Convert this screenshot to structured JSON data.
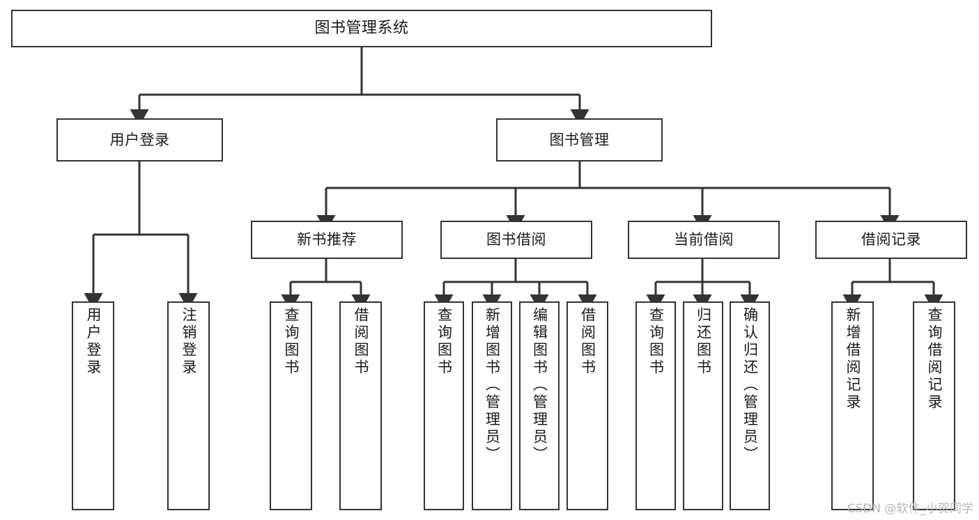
{
  "diagram": {
    "type": "tree-hierarchy",
    "title": "图书管理系统",
    "watermark": "CSDN @软件_小贺同学",
    "colors": {
      "stroke": "#333333",
      "fill": "#ffffff",
      "text": "#1a1a1a",
      "watermark": "#b9b9b9"
    },
    "nodes": {
      "root": {
        "label": "图书管理系统",
        "orientation": "horizontal",
        "level": 0
      },
      "user_login": {
        "label": "用户登录",
        "orientation": "horizontal",
        "level": 1
      },
      "book_manage": {
        "label": "图书管理",
        "orientation": "horizontal",
        "level": 1
      },
      "new_book_rec": {
        "label": "新书推荐",
        "orientation": "horizontal",
        "level": 2
      },
      "book_borrow": {
        "label": "图书借阅",
        "orientation": "horizontal",
        "level": 2
      },
      "current_borrow": {
        "label": "当前借阅",
        "orientation": "horizontal",
        "level": 2
      },
      "borrow_record": {
        "label": "借阅记录",
        "orientation": "horizontal",
        "level": 2
      },
      "leaf_user_login": {
        "label": "用户登录",
        "orientation": "vertical",
        "level": 2
      },
      "leaf_logout": {
        "label": "注销登录",
        "orientation": "vertical",
        "level": 2
      },
      "leaf_query_book_1": {
        "label": "查询图书",
        "orientation": "vertical",
        "level": 3
      },
      "leaf_borrow_book_1": {
        "label": "借阅图书",
        "orientation": "vertical",
        "level": 3
      },
      "leaf_query_book_2": {
        "label": "查询图书",
        "orientation": "vertical",
        "level": 3
      },
      "leaf_add_book": {
        "label": "新增图书（管理员）",
        "orientation": "vertical",
        "level": 3
      },
      "leaf_edit_book": {
        "label": "编辑图书（管理员）",
        "orientation": "vertical",
        "level": 3
      },
      "leaf_borrow_book_2": {
        "label": "借阅图书",
        "orientation": "vertical",
        "level": 3
      },
      "leaf_query_book_3": {
        "label": "查询图书",
        "orientation": "vertical",
        "level": 3
      },
      "leaf_return_book": {
        "label": "归还图书",
        "orientation": "vertical",
        "level": 3
      },
      "leaf_confirm_return": {
        "label": "确认归还（管理员）",
        "orientation": "vertical",
        "level": 3
      },
      "leaf_add_record": {
        "label": "新增借阅记录",
        "orientation": "vertical",
        "level": 3
      },
      "leaf_query_record": {
        "label": "查询借阅记录",
        "orientation": "vertical",
        "level": 3
      }
    },
    "edges": [
      {
        "from": "root",
        "to": "user_login"
      },
      {
        "from": "root",
        "to": "book_manage"
      },
      {
        "from": "user_login",
        "to": "leaf_user_login"
      },
      {
        "from": "user_login",
        "to": "leaf_logout"
      },
      {
        "from": "book_manage",
        "to": "new_book_rec"
      },
      {
        "from": "book_manage",
        "to": "book_borrow"
      },
      {
        "from": "book_manage",
        "to": "current_borrow"
      },
      {
        "from": "book_manage",
        "to": "borrow_record"
      },
      {
        "from": "new_book_rec",
        "to": "leaf_query_book_1"
      },
      {
        "from": "new_book_rec",
        "to": "leaf_borrow_book_1"
      },
      {
        "from": "book_borrow",
        "to": "leaf_query_book_2"
      },
      {
        "from": "book_borrow",
        "to": "leaf_add_book"
      },
      {
        "from": "book_borrow",
        "to": "leaf_edit_book"
      },
      {
        "from": "book_borrow",
        "to": "leaf_borrow_book_2"
      },
      {
        "from": "current_borrow",
        "to": "leaf_query_book_3"
      },
      {
        "from": "current_borrow",
        "to": "leaf_return_book"
      },
      {
        "from": "current_borrow",
        "to": "leaf_confirm_return"
      },
      {
        "from": "borrow_record",
        "to": "leaf_add_record"
      },
      {
        "from": "borrow_record",
        "to": "leaf_query_record"
      }
    ]
  }
}
